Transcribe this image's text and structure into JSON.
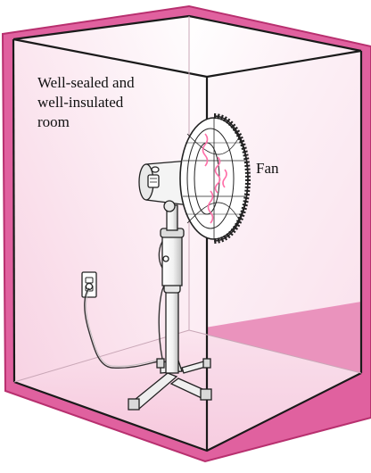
{
  "labels": {
    "room_line1": "Well-sealed and",
    "room_line2": "well-insulated",
    "room_line3": "room",
    "fan": "Fan"
  },
  "colors": {
    "room_border": "#e0619f",
    "room_border_dark": "#c53c80",
    "room_edge": "#1a1a1a",
    "wall_tint": "#fbe8f1",
    "fan_blade_accent": "#ff6fa8",
    "stand": "#f2f2f2"
  },
  "icons": {
    "fan": "standing-fan",
    "outlet": "wall-outlet"
  }
}
